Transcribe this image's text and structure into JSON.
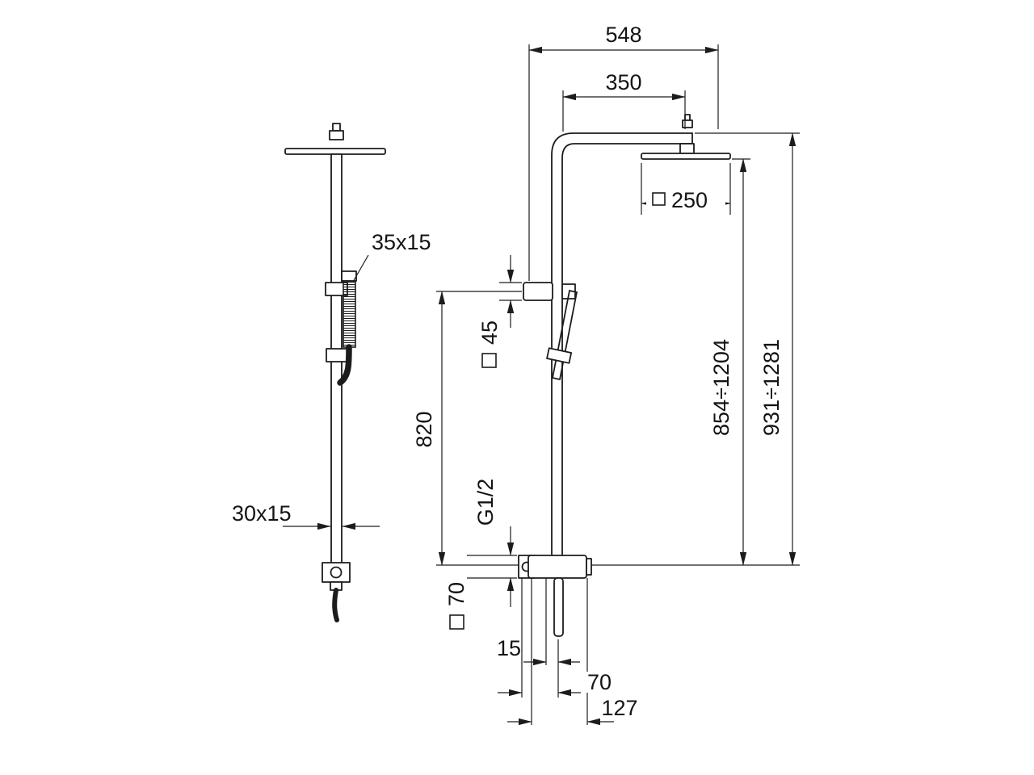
{
  "drawing": {
    "labels": {
      "top_width": "548",
      "arm_projection": "350",
      "head_size": "250",
      "holder_size": "45",
      "slide_rail_length": "820",
      "inlet_thread": "G1/2",
      "escutcheon_size": "70",
      "offset_small": "15",
      "valve_offset": "70",
      "valve_depth": "127",
      "height_range_inner": "854÷1204",
      "height_range_outer": "931÷1281",
      "handshower_section": "35x15",
      "rail_section": "30x15"
    },
    "colors": {
      "line": "#1c1c1c",
      "background": "#ffffff"
    }
  }
}
